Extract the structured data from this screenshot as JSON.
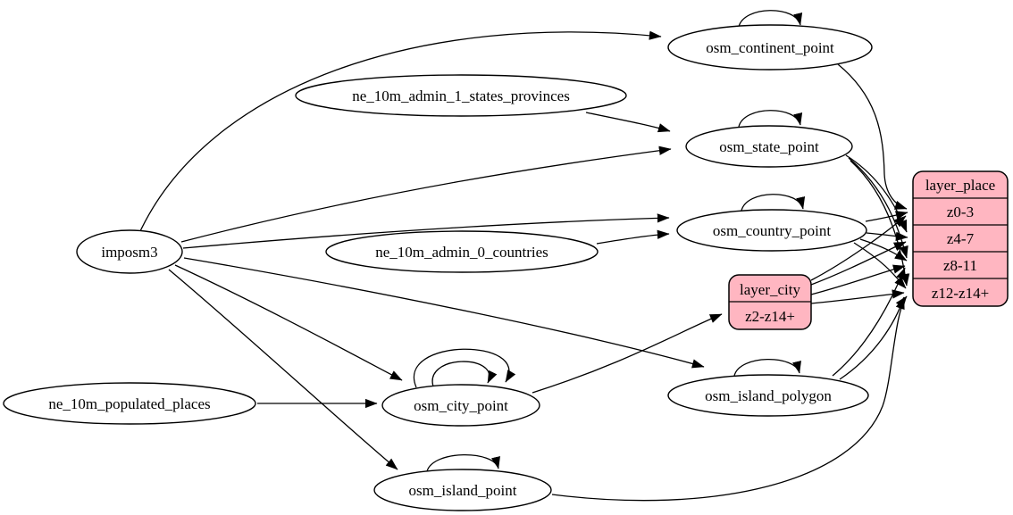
{
  "diagram": {
    "colors": {
      "record_fill": "#ffb6c1",
      "edge": "#000000",
      "node_fill": "#ffffff",
      "background": "#ffffff"
    },
    "nodes": {
      "imposm3": {
        "label": "imposm3"
      },
      "ne_10m_admin_1_states_provinces": {
        "label": "ne_10m_admin_1_states_provinces"
      },
      "ne_10m_admin_0_countries": {
        "label": "ne_10m_admin_0_countries"
      },
      "ne_10m_populated_places": {
        "label": "ne_10m_populated_places"
      },
      "osm_continent_point": {
        "label": "osm_continent_point"
      },
      "osm_state_point": {
        "label": "osm_state_point"
      },
      "osm_country_point": {
        "label": "osm_country_point"
      },
      "osm_city_point": {
        "label": "osm_city_point"
      },
      "osm_island_polygon": {
        "label": "osm_island_polygon"
      },
      "osm_island_point": {
        "label": "osm_island_point"
      }
    },
    "records": {
      "layer_place": {
        "title": "layer_place",
        "rows": [
          "z0-3",
          "z4-7",
          "z8-11",
          "z12-z14+"
        ]
      },
      "layer_city": {
        "title": "layer_city",
        "rows": [
          "z2-z14+"
        ]
      }
    },
    "edges": [
      {
        "from": "imposm3",
        "to": "osm_continent_point"
      },
      {
        "from": "imposm3",
        "to": "osm_state_point"
      },
      {
        "from": "imposm3",
        "to": "osm_country_point"
      },
      {
        "from": "imposm3",
        "to": "osm_city_point"
      },
      {
        "from": "imposm3",
        "to": "osm_island_polygon"
      },
      {
        "from": "imposm3",
        "to": "osm_island_point"
      },
      {
        "from": "ne_10m_admin_1_states_provinces",
        "to": "osm_state_point"
      },
      {
        "from": "ne_10m_admin_0_countries",
        "to": "osm_country_point"
      },
      {
        "from": "ne_10m_populated_places",
        "to": "osm_city_point"
      },
      {
        "from": "osm_continent_point",
        "to": "osm_continent_point"
      },
      {
        "from": "osm_state_point",
        "to": "osm_state_point"
      },
      {
        "from": "osm_country_point",
        "to": "osm_country_point"
      },
      {
        "from": "osm_city_point",
        "to": "osm_city_point"
      },
      {
        "from": "osm_city_point",
        "to": "osm_city_point"
      },
      {
        "from": "osm_island_polygon",
        "to": "osm_island_polygon"
      },
      {
        "from": "osm_island_point",
        "to": "osm_island_point"
      },
      {
        "from": "osm_city_point",
        "to": "layer_city:z2-z14+"
      },
      {
        "from": "osm_continent_point",
        "to": "layer_place:z0-3"
      },
      {
        "from": "osm_country_point",
        "to": "layer_place:z0-3"
      },
      {
        "from": "osm_country_point",
        "to": "layer_place:z4-7"
      },
      {
        "from": "osm_country_point",
        "to": "layer_place:z8-11"
      },
      {
        "from": "osm_country_point",
        "to": "layer_place:z12-z14+"
      },
      {
        "from": "osm_state_point",
        "to": "layer_place:z4-7"
      },
      {
        "from": "osm_state_point",
        "to": "layer_place:z8-11"
      },
      {
        "from": "osm_state_point",
        "to": "layer_place:z12-z14+"
      },
      {
        "from": "layer_city",
        "to": "layer_place:z0-3"
      },
      {
        "from": "layer_city",
        "to": "layer_place:z4-7"
      },
      {
        "from": "layer_city",
        "to": "layer_place:z8-11"
      },
      {
        "from": "layer_city",
        "to": "layer_place:z12-z14+"
      },
      {
        "from": "osm_island_polygon",
        "to": "layer_place:z8-11"
      },
      {
        "from": "osm_island_polygon",
        "to": "layer_place:z12-z14+"
      },
      {
        "from": "osm_island_point",
        "to": "layer_place:z12-z14+"
      }
    ]
  }
}
